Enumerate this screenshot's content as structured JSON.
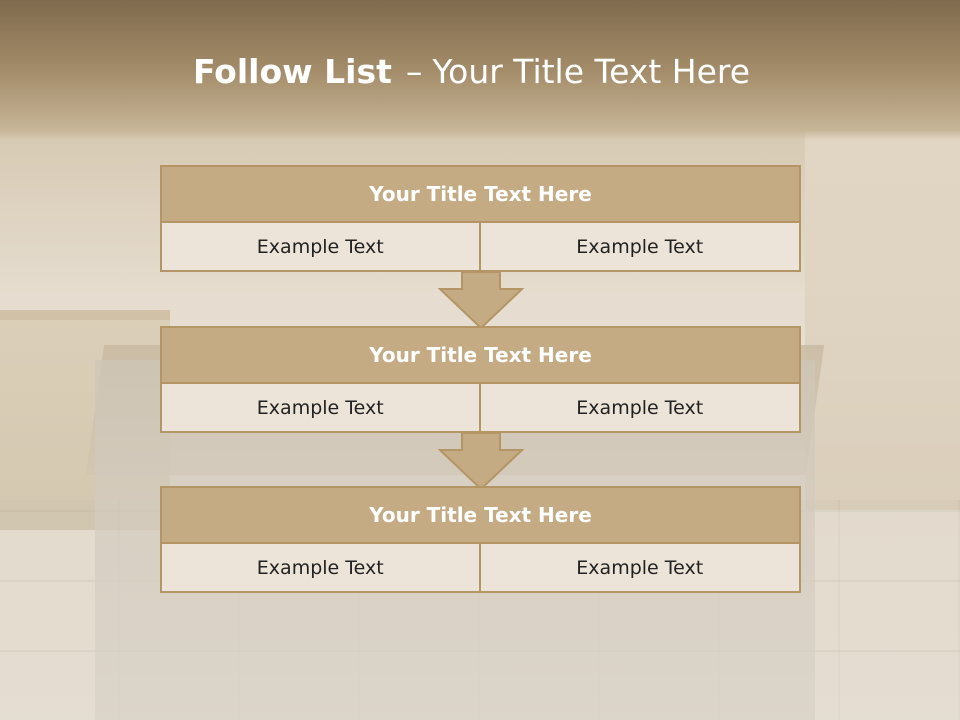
{
  "title": {
    "bold_part": "Follow List",
    "separator": "–",
    "rest": "Your Title Text Here"
  },
  "blocks": [
    {
      "title": "Your Title Text Here",
      "cells": [
        "Example Text",
        "Example Text"
      ]
    },
    {
      "title": "Your Title Text Here",
      "cells": [
        "Example Text",
        "Example Text"
      ]
    },
    {
      "title": "Your Title Text Here",
      "cells": [
        "Example Text",
        "Example Text"
      ]
    }
  ],
  "colors": {
    "box_fill": "#c4ab84",
    "box_border": "#b49566",
    "cell_fill": "#ece4d8",
    "title_text": "#ffffff"
  },
  "arrow_icon": "down-arrow-icon"
}
